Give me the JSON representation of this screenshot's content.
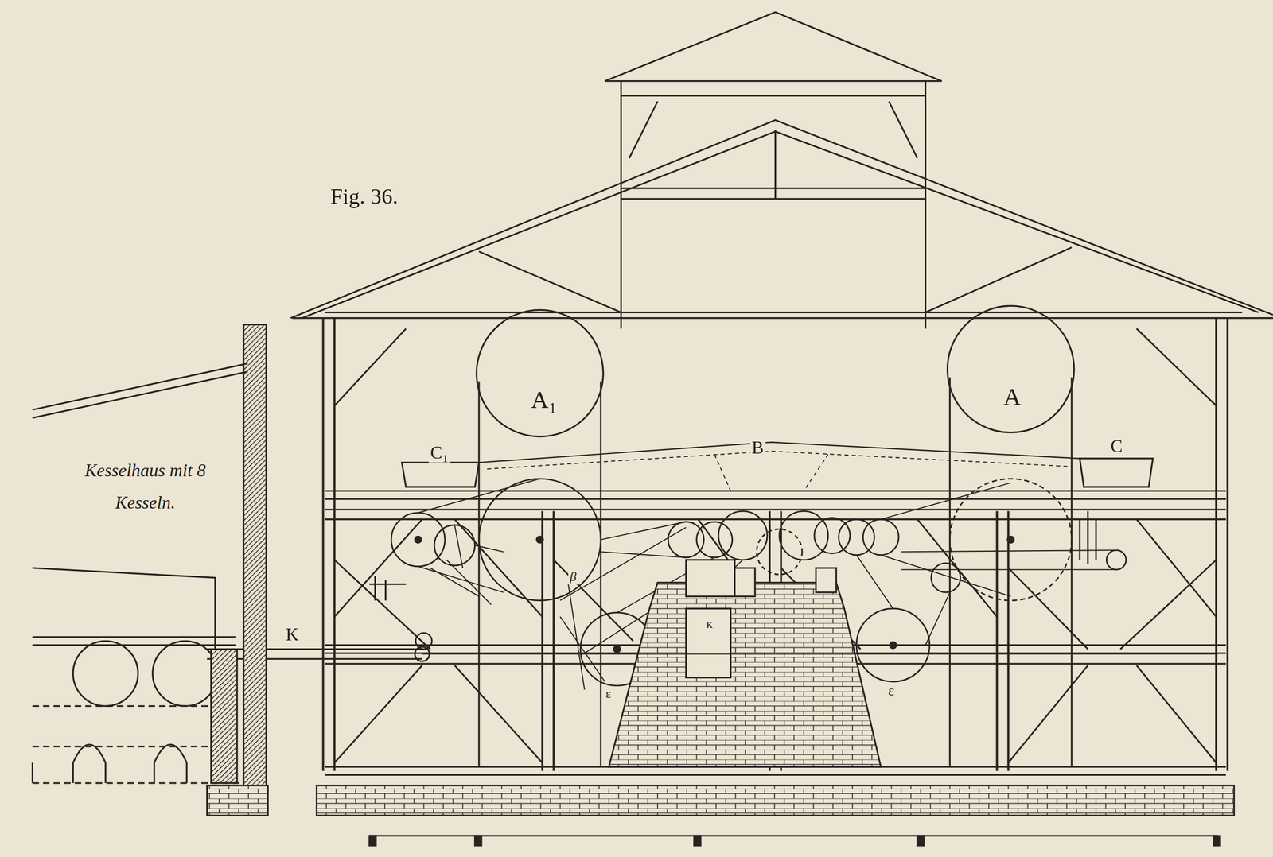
{
  "diagram": {
    "labels": [
      "Fig. 36.",
      "Kesselhaus mit 8 Kesseln.",
      "A₁",
      "A",
      "B",
      "C₁",
      "C",
      "K",
      "κ",
      "β",
      "ε",
      "ε"
    ]
  }
}
